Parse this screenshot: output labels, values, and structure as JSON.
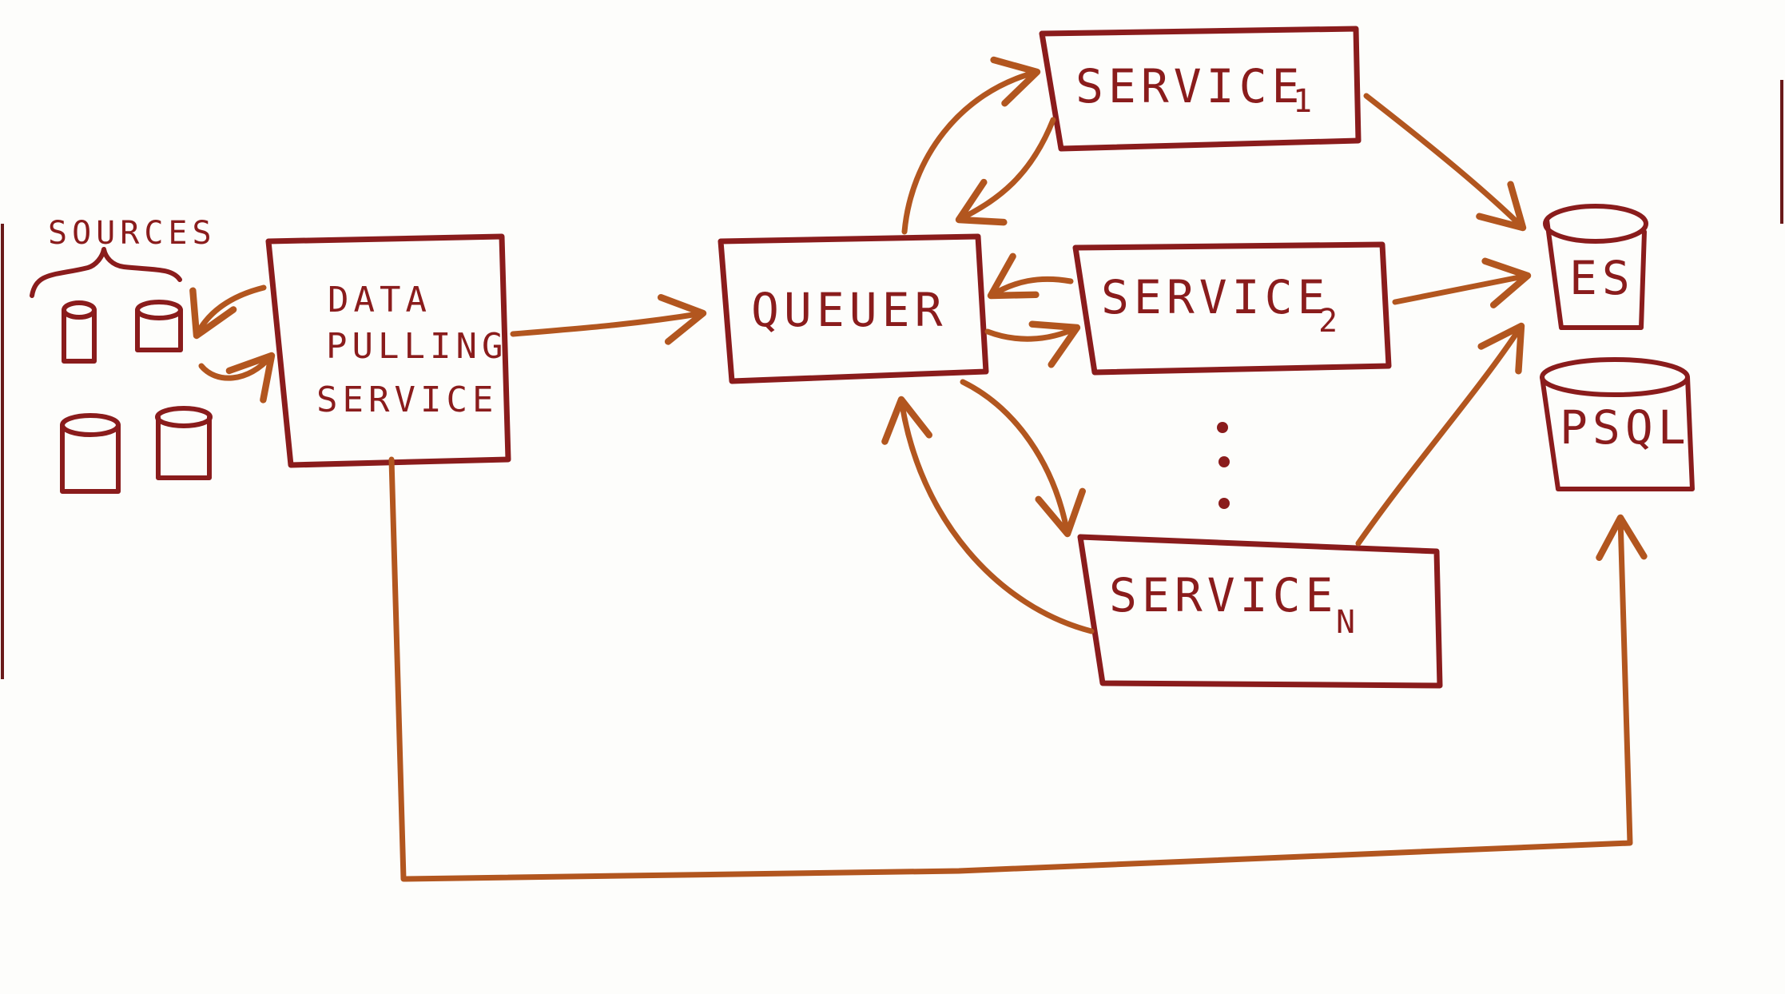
{
  "diagram": {
    "sources_label": "SOURCES",
    "data_pulling": {
      "line1": "DATA",
      "line2": "PULLING",
      "line3": "SERVICE"
    },
    "queuer": "QUEUER",
    "service1": {
      "name": "SERVICE",
      "sub": "1"
    },
    "service2": {
      "name": "SERVICE",
      "sub": "2"
    },
    "servicen": {
      "name": "SERVICE",
      "sub": "N"
    },
    "es": "ES",
    "psql": "PSQL"
  }
}
